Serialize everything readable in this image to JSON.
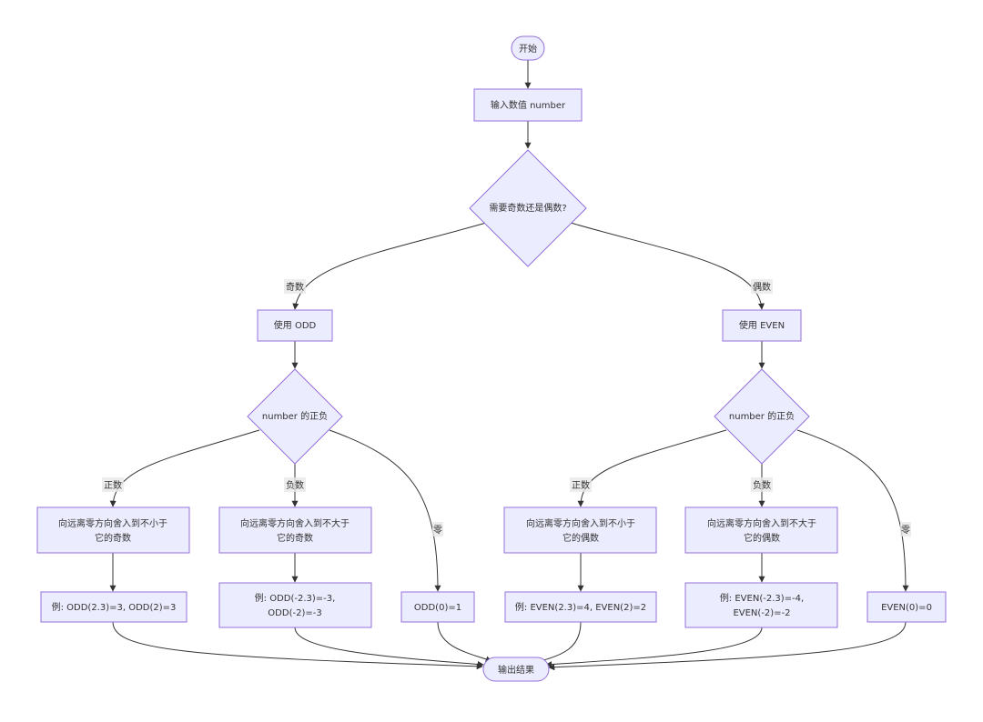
{
  "diagram": {
    "nodes": {
      "start": "开始",
      "input": "输入数值 number",
      "decision": "需要奇数还是偶数?",
      "use_odd": "使用 ODD",
      "use_even": "使用 EVEN",
      "odd_sign": "number 的正负",
      "even_sign": "number 的正负",
      "odd_pos_rule": [
        "向远离零方向舍入到不小于",
        "它的奇数"
      ],
      "odd_neg_rule": [
        "向远离零方向舍入到不大于",
        "它的奇数"
      ],
      "even_pos_rule": [
        "向远离零方向舍入到不小于",
        "它的偶数"
      ],
      "even_neg_rule": [
        "向远离零方向舍入到不大于",
        "它的偶数"
      ],
      "odd_pos_example": "例: ODD(2.3)=3, ODD(2)=3",
      "odd_neg_example": [
        "例: ODD(-2.3)=-3,",
        "ODD(-2)=-3"
      ],
      "odd_zero": "ODD(0)=1",
      "even_pos_example": "例: EVEN(2.3)=4, EVEN(2)=2",
      "even_neg_example": [
        "例: EVEN(-2.3)=-4,",
        "EVEN(-2)=-2"
      ],
      "even_zero": "EVEN(0)=0",
      "output": "输出结果"
    },
    "edge_labels": {
      "odd": "奇数",
      "even": "偶数",
      "odd_pos": "正数",
      "odd_neg": "负数",
      "odd_zero": "零",
      "even_pos": "正数",
      "even_neg": "负数",
      "even_zero": "零"
    },
    "colors": {
      "node_fill": "#ECECFF",
      "node_stroke": "#9370DB",
      "edge": "#333333",
      "text": "#333333"
    }
  }
}
